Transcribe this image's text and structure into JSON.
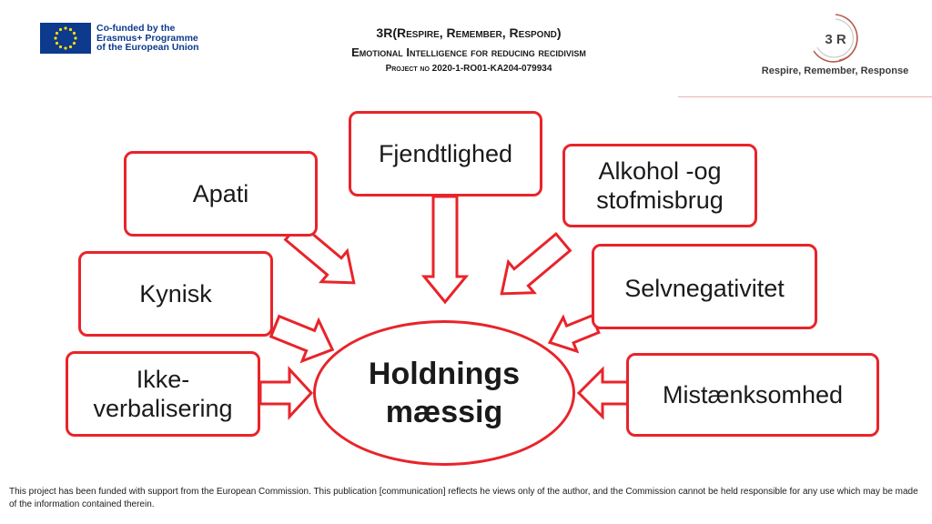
{
  "eu_logo": {
    "line1": "Co-funded by the",
    "line2": "Erasmus+ Programme",
    "line3": "of the European Union"
  },
  "header": {
    "line1": "3R(Respire, Remember, Respond)",
    "line2": "Emotional Intelligence for reducing recidivism",
    "line3": "Project no 2020-1-RO01-KA204-079934"
  },
  "logo": {
    "mark": "3 R",
    "tagline": "Respire, Remember, Response"
  },
  "diagram": {
    "center": {
      "line1": "Holdnings",
      "line2": "mæssig"
    },
    "nodes": {
      "fjendtlighed": "Fjendtlighed",
      "apati": "Apati",
      "alkohol_line1": "Alkohol -og",
      "alkohol_line2": "stofmisbrug",
      "kynisk": "Kynisk",
      "selvnegativitet": "Selvnegativitet",
      "ikke_line1": "Ikke-",
      "ikke_line2": "verbalisering",
      "mistaenksomhed": "Mistænksomhed"
    },
    "colors": {
      "border": "#e8242a",
      "arrow": "#e8242a"
    }
  },
  "footer": {
    "text": "This project has been funded with support from the European Commission. This publication [communication] reflects he views only of the author,  and the Commission cannot be held responsible for any use which may be made of the information contained therein."
  }
}
